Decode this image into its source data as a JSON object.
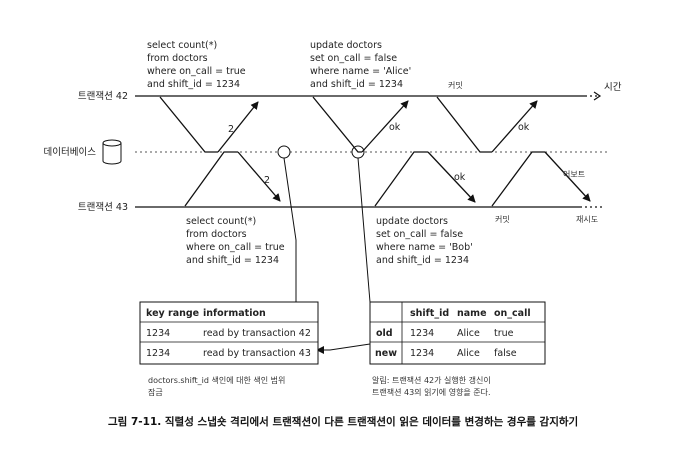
{
  "lanes": {
    "tx42": "트랜잭션 42",
    "db": "데이터베이스",
    "tx43": "트랜잭션 43",
    "time": "시간"
  },
  "queries": {
    "tx42_select": [
      "select count(*)",
      "from doctors",
      "where on_call = true",
      "and shift_id = 1234"
    ],
    "tx42_update": [
      "update doctors",
      "set on_call = false",
      "where name = 'Alice'",
      "and shift_id = 1234"
    ],
    "tx43_select": [
      "select count(*)",
      "from doctors",
      "where on_call = true",
      "and shift_id = 1234"
    ],
    "tx43_update": [
      "update doctors",
      "set on_call = false",
      "where name = 'Bob'",
      "and shift_id = 1234"
    ]
  },
  "arrow_labels": {
    "tx42_count": "2",
    "tx43_count": "2",
    "tx42_update_ok": "ok",
    "tx43_update_ok": "ok",
    "tx42_commit_ok": "ok",
    "tx42_commit": "커밋",
    "tx43_commit": "커밋",
    "tx43_abort": "어보트",
    "tx43_retry": "재시도"
  },
  "index_table": {
    "headers": [
      "key range",
      "information"
    ],
    "rows": [
      [
        "1234",
        "read by transaction 42"
      ],
      [
        "1234",
        "read by transaction 43"
      ]
    ],
    "note": [
      "doctors.shift_id 색인에 대한 색인 범위",
      "잠금"
    ]
  },
  "row_table": {
    "headers": [
      "",
      "shift_id",
      "name",
      "on_call"
    ],
    "rows": [
      [
        "old",
        "1234",
        "Alice",
        "true"
      ],
      [
        "new",
        "1234",
        "Alice",
        "false"
      ]
    ],
    "note": [
      "알림: 트랜잭션 42가 실행한 갱신이",
      "트랜잭션 43의 읽기에 영향을 준다."
    ]
  },
  "caption": "그림 7-11. 직렬성 스냅숏 격리에서 트랜잭션이 다른 트랜잭션이 읽은 데이터를 변경하는 경우를 감지하기"
}
